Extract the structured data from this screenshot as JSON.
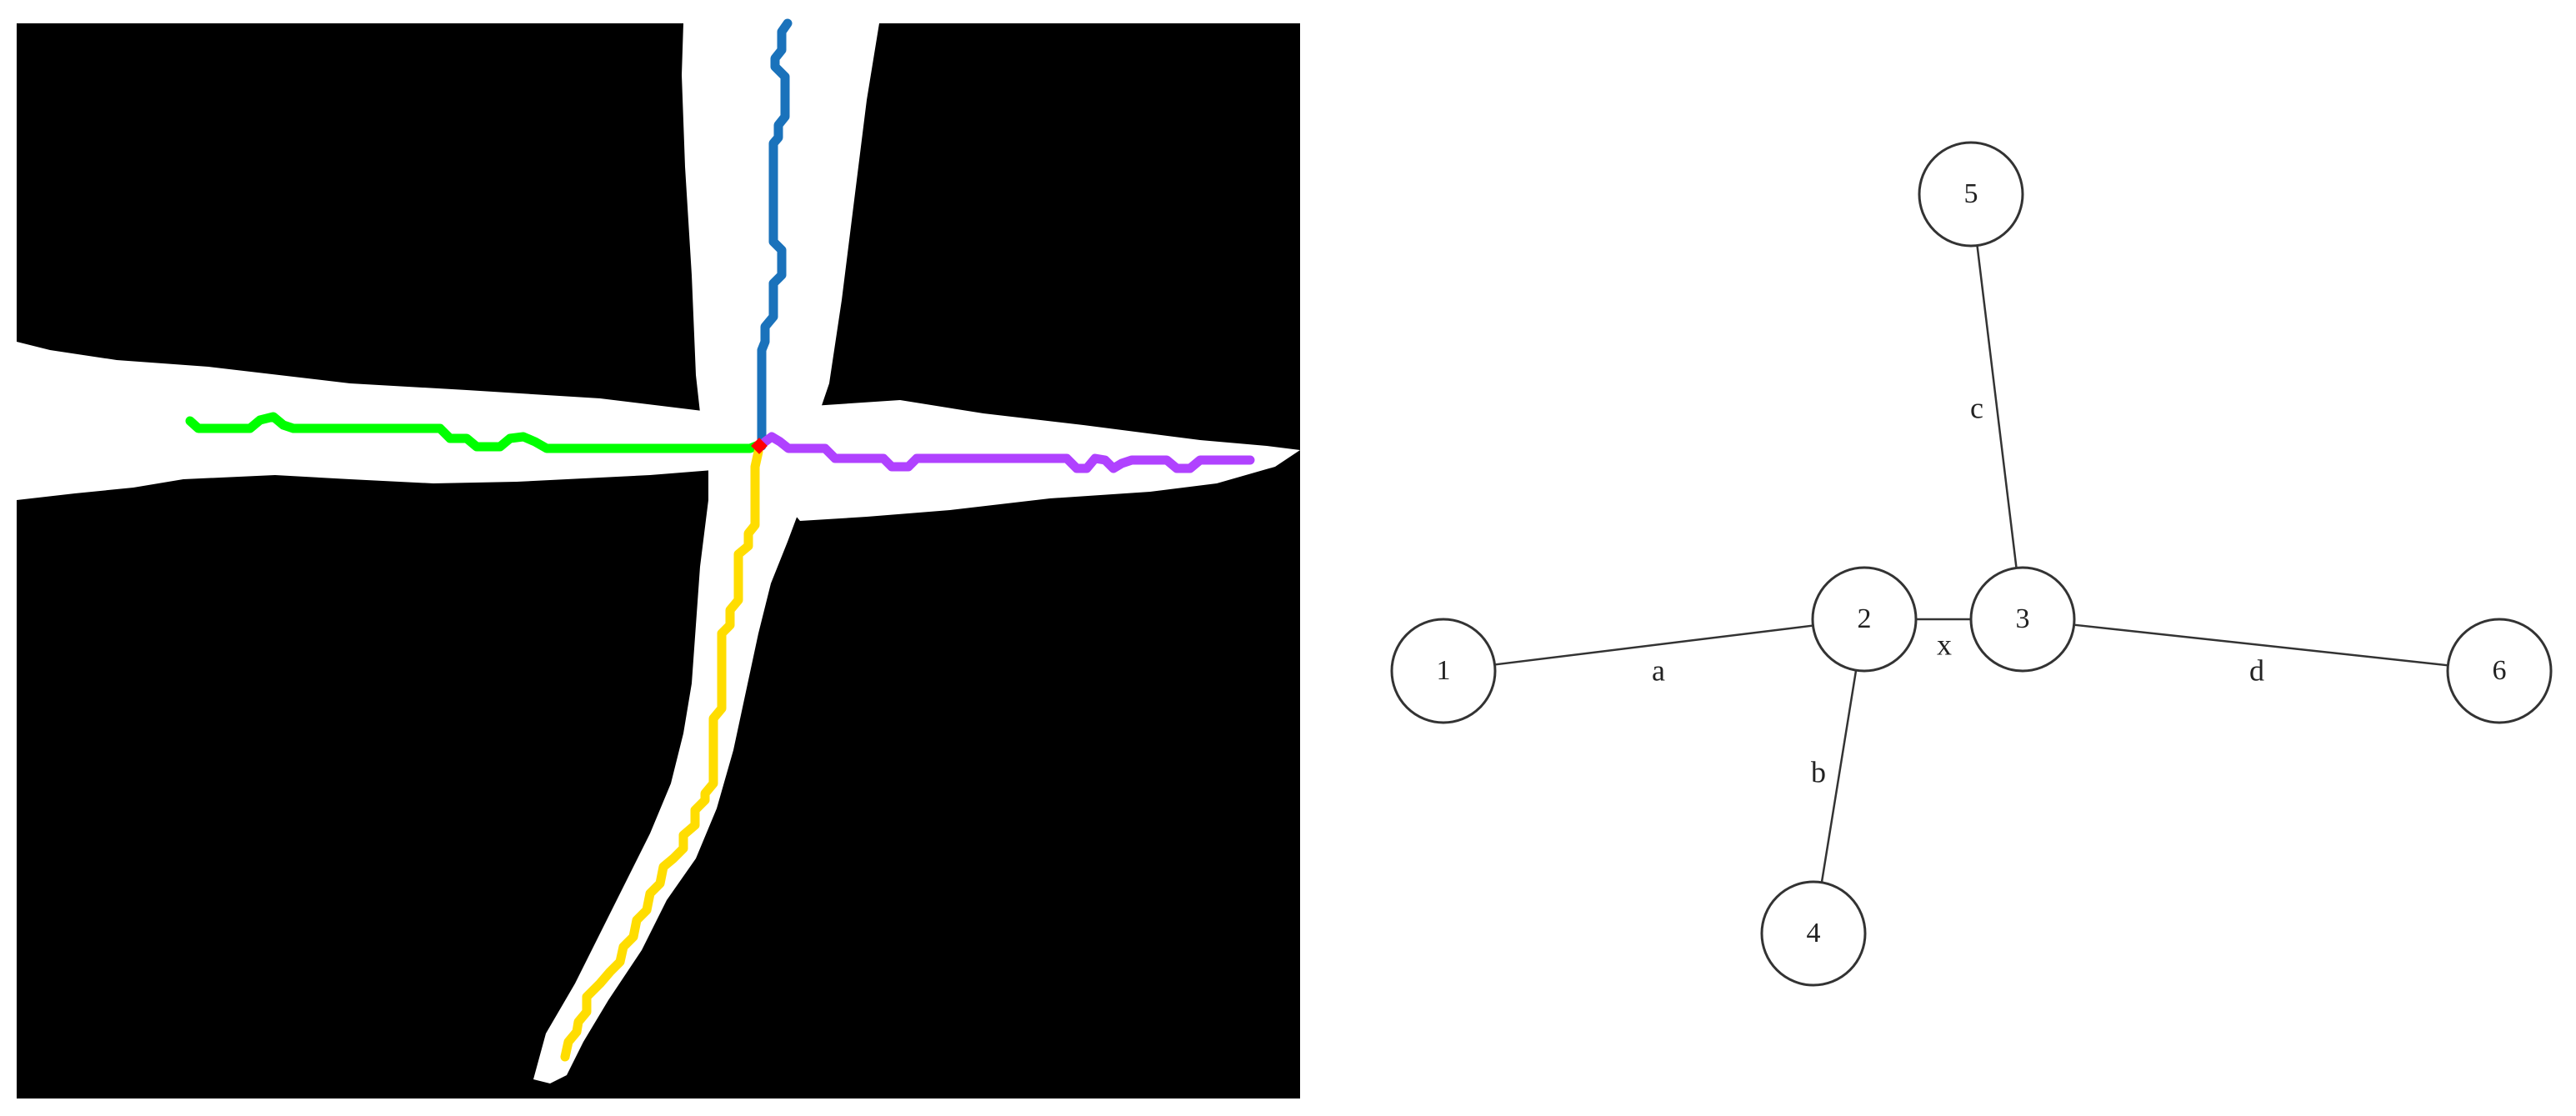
{
  "left_panel": {
    "colors": {
      "background": "#000000",
      "foreground": "#ffffff",
      "branch_up": "#1a72bb",
      "branch_left": "#00ff00",
      "branch_right": "#b042ff",
      "branch_down": "#ffdd00",
      "junction": "#ff0000"
    }
  },
  "graph": {
    "nodes": [
      {
        "id": "1",
        "label": "1"
      },
      {
        "id": "2",
        "label": "2"
      },
      {
        "id": "3",
        "label": "3"
      },
      {
        "id": "4",
        "label": "4"
      },
      {
        "id": "5",
        "label": "5"
      },
      {
        "id": "6",
        "label": "6"
      }
    ],
    "edges": [
      {
        "from": "1",
        "to": "2",
        "label": "a"
      },
      {
        "from": "2",
        "to": "4",
        "label": "b"
      },
      {
        "from": "3",
        "to": "5",
        "label": "c"
      },
      {
        "from": "3",
        "to": "6",
        "label": "d"
      },
      {
        "from": "2",
        "to": "3",
        "label": "x"
      }
    ]
  }
}
